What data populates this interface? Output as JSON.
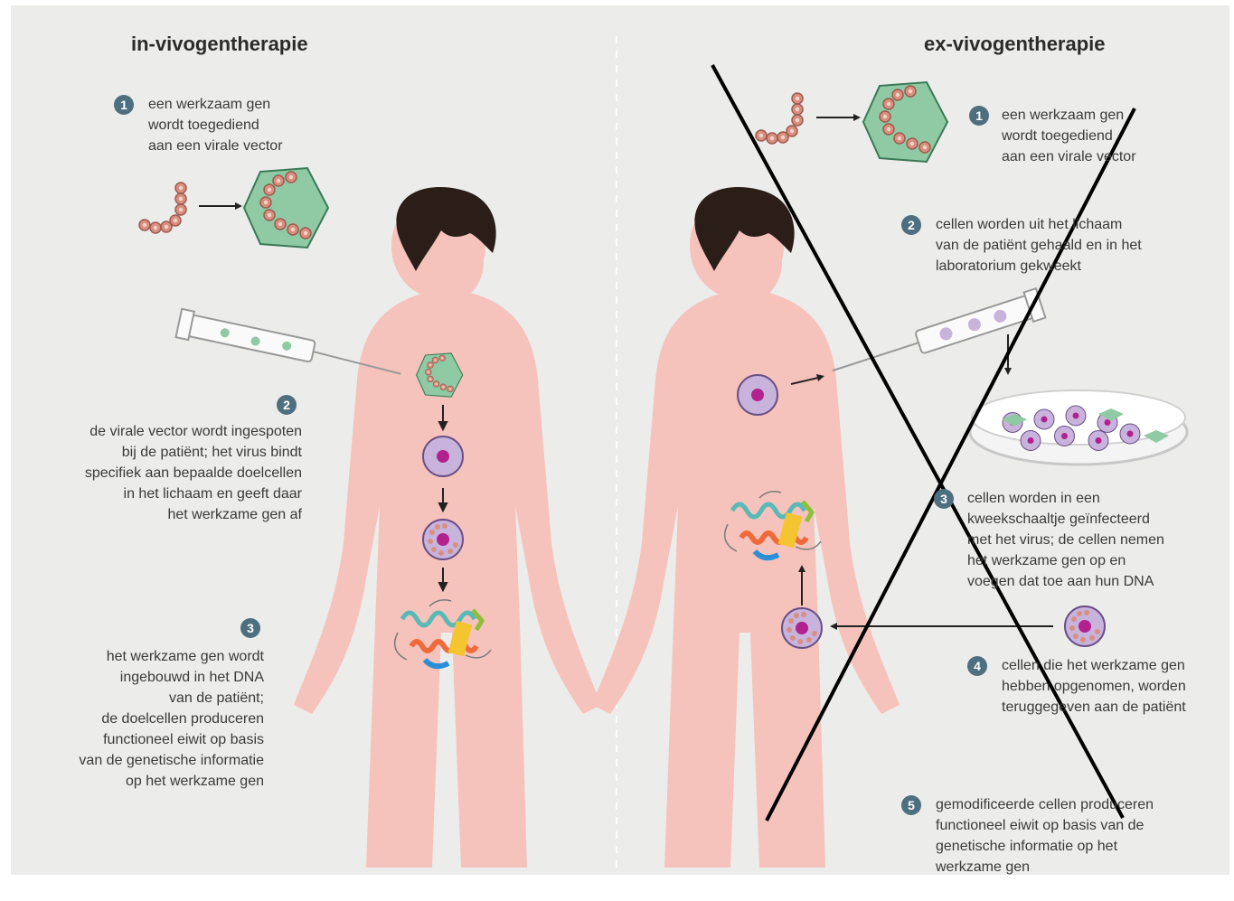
{
  "left": {
    "title": "in-vivogentherapie",
    "steps": [
      {
        "num": "1",
        "text": "een werkzaam gen\nwordt toegediend\naan een virale vector"
      },
      {
        "num": "2",
        "text": "de virale vector wordt ingespoten\nbij de patiënt; het virus bindt\nspecifiek aan bepaalde doelcellen\nin het lichaam en geeft daar\nhet werkzame gen af"
      },
      {
        "num": "3",
        "text": "het werkzame gen wordt\ningebouwd in het DNA\nvan de patiënt;\nde doelcellen produceren\nfunctioneel eiwit op basis\nvan de genetische informatie\nop het werkzame gen"
      }
    ]
  },
  "right": {
    "title": "ex-vivogentherapie",
    "steps": [
      {
        "num": "1",
        "text": "een werkzaam gen\nwordt toegediend\naan een virale vector"
      },
      {
        "num": "2",
        "text": "cellen worden uit het lichaam\nvan de patiënt gehaald en in het\nlaboratorium gekweekt"
      },
      {
        "num": "3",
        "text": "cellen worden in een\nkweekschaaltje geïnfecteerd\nmet het virus; de cellen nemen\nhet werkzame gen op en\nvoegen dat toe aan hun DNA"
      },
      {
        "num": "4",
        "text": "cellen die het werkzame gen\nhebben opgenomen, worden\nteruggegeven aan de patiënt"
      },
      {
        "num": "5",
        "text": "gemodificeerde cellen produceren\nfunctioneel eiwit op basis van de\ngenetische informatie op het\nwerkzame gen"
      }
    ]
  },
  "colors": {
    "panel": "#ececeb",
    "skin": "#f5c3bb",
    "hair": "#2b1e18",
    "vector_fill": "#8fcaa4",
    "gene_bead": "#d98f7f",
    "cell_outer": "#c8b3dd",
    "cell_nucleus": "#b2228f",
    "step_badge": "#4e6f80",
    "cross": "#000000"
  }
}
